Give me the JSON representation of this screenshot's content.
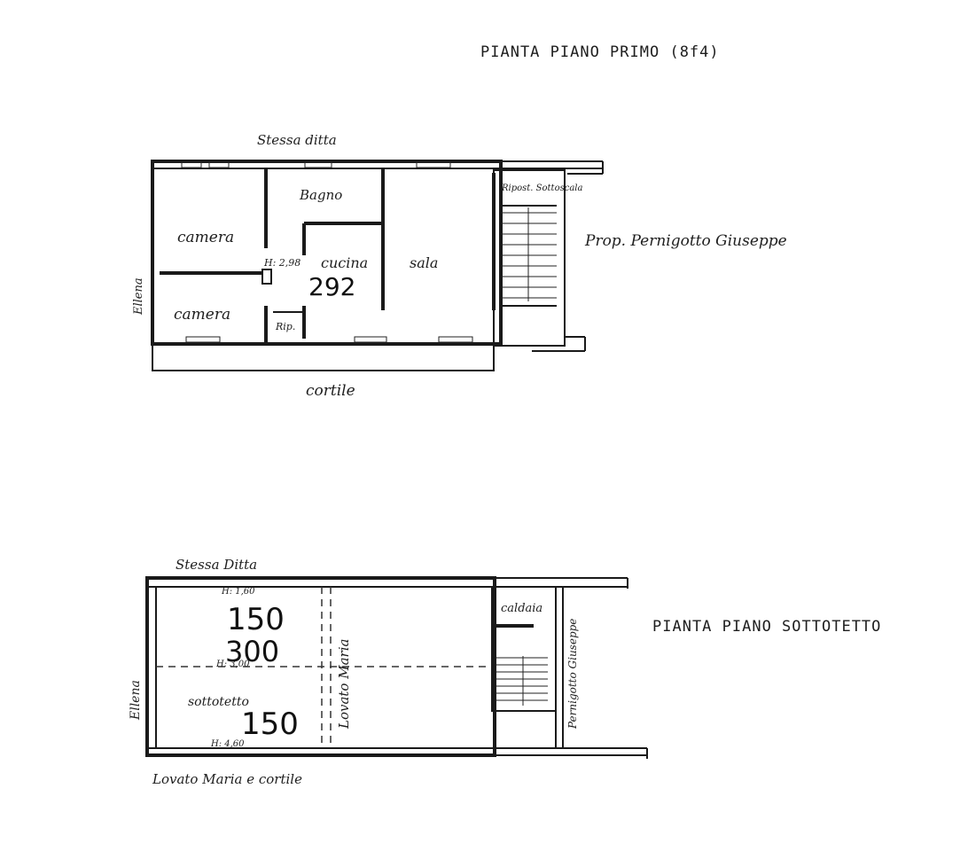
{
  "first_floor": {
    "title": "PIANTA PIANO PRIMO (8f4)",
    "top_neighbor": "Stessa ditta",
    "left_neighbor": "Ellena",
    "right_neighbor": "Prop. Pernigotto Giuseppe",
    "bottom_label": "cortile",
    "rooms": {
      "bagno": "Bagno",
      "camera_top": "camera",
      "camera_bottom": "camera",
      "cucina": "cucina",
      "sala": "sala",
      "ripostiglio": "Ripost. Sottoscala",
      "rip": "Rip."
    },
    "height_label": "H: 2,98",
    "handwritten_number": "292"
  },
  "attic_floor": {
    "title": "PIANTA PIANO SOTTOTETTO",
    "top_neighbor": "Stessa Ditta",
    "left_neighbor": "Ellena",
    "right_neighbor": "Pernigotto Giuseppe",
    "middle_neighbor": "Lovato Maria",
    "bottom_label": "Lovato Maria  e cortile",
    "rooms": {
      "caldaia": "caldaia",
      "sottotetto": "sottotetto"
    },
    "height_top": "H: 1,60",
    "height_mid": "H: 3,00",
    "height_bottom": "H: 4,60",
    "handwritten_150_top": "150",
    "handwritten_300": "300",
    "handwritten_150_bottom": "150"
  }
}
